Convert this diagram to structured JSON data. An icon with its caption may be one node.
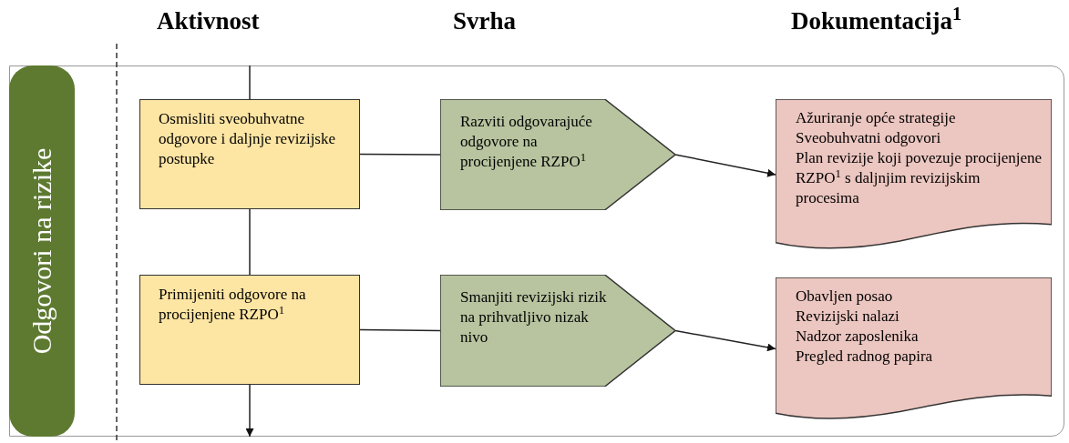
{
  "diagram": {
    "nodes": [
      {
        "text": [
          "Odgovori na rizike"
        ]
      },
      {
        "text": [
          "Osmisliti sveobuhvatne odgovore i daljnje revizijske postupke"
        ]
      },
      {
        "text": [
          "Razviti odgovarajuće odgovore na procijenjene RZPO$^{1}$"
        ]
      },
      {
        "text": [
          "Ažuriranje opće strategije",
          "Sveobuhvatni odgovori",
          "Plan revizije koji povezuje procijenjene RZPO$^{1}$ s daljnjim revizijskim procesima"
        ]
      },
      {
        "text": [
          "Primijeniti odgovore na procijenjene RZPO$^{1}$"
        ]
      },
      {
        "text": [
          "Smanjiti revizijski rizik na prihvatljivo nizak nivo"
        ]
      },
      {
        "text": [
          "Obavljen posao",
          "Revizijski nalazi",
          "Nadzor zaposlenika",
          "Pregled radnog papira"
        ]
      }
    ],
    "edges": [
      {
        "from": null,
        "to": 1,
        "arrow": "none"
      },
      {
        "from": 1,
        "to": 2,
        "arrow": "none"
      },
      {
        "from": 2,
        "to": 3,
        "arrow": "to"
      },
      {
        "from": 1,
        "to": 4,
        "arrow": "none"
      },
      {
        "from": 4,
        "to": 5,
        "arrow": "none"
      },
      {
        "from": 5,
        "to": 6,
        "arrow": "to"
      },
      {
        "from": 4,
        "to": null,
        "arrow": "to"
      }
    ],
    "labels": [
      "Aktivnost",
      "Svrha",
      "Dokumentacija$^{1}$"
    ]
  }
}
